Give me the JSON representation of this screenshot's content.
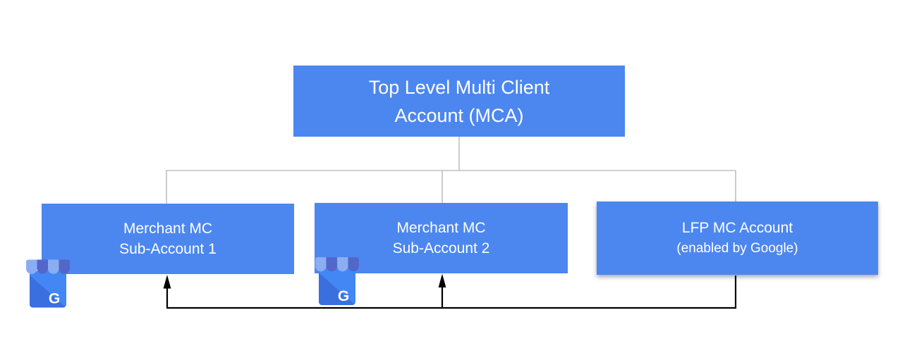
{
  "diagram": {
    "nodes": {
      "mca": {
        "line1": "Top Level Multi Client",
        "line2": "Account (MCA)"
      },
      "sub1": {
        "line1": "Merchant MC",
        "line2": "Sub-Account 1"
      },
      "sub2": {
        "line1": "Merchant MC",
        "line2": "Sub-Account 2"
      },
      "lfp": {
        "line1": "LFP MC Account",
        "line2": "(enabled by Google)"
      }
    },
    "edges": {
      "tree": [
        {
          "from": "mca",
          "to": "sub1"
        },
        {
          "from": "mca",
          "to": "sub2"
        },
        {
          "from": "mca",
          "to": "lfp"
        }
      ],
      "flow": [
        {
          "from": "lfp",
          "to": "sub1",
          "arrow": true
        },
        {
          "from": "lfp",
          "to": "sub2",
          "arrow": true
        }
      ]
    },
    "icons": {
      "google_business_letter": "G"
    },
    "colors": {
      "background": "#ffffff",
      "node_fill": "#4c87f0",
      "node_text": "#ffffff",
      "tree_line": "#bfbfbf",
      "flow_line": "#000000",
      "icon_awning_light": "#8badf3",
      "icon_awning_dark": "#5267c9",
      "icon_body": "#4387f4",
      "icon_body_shade": "#3a6fe0",
      "icon_letter": "#ffffff"
    }
  }
}
